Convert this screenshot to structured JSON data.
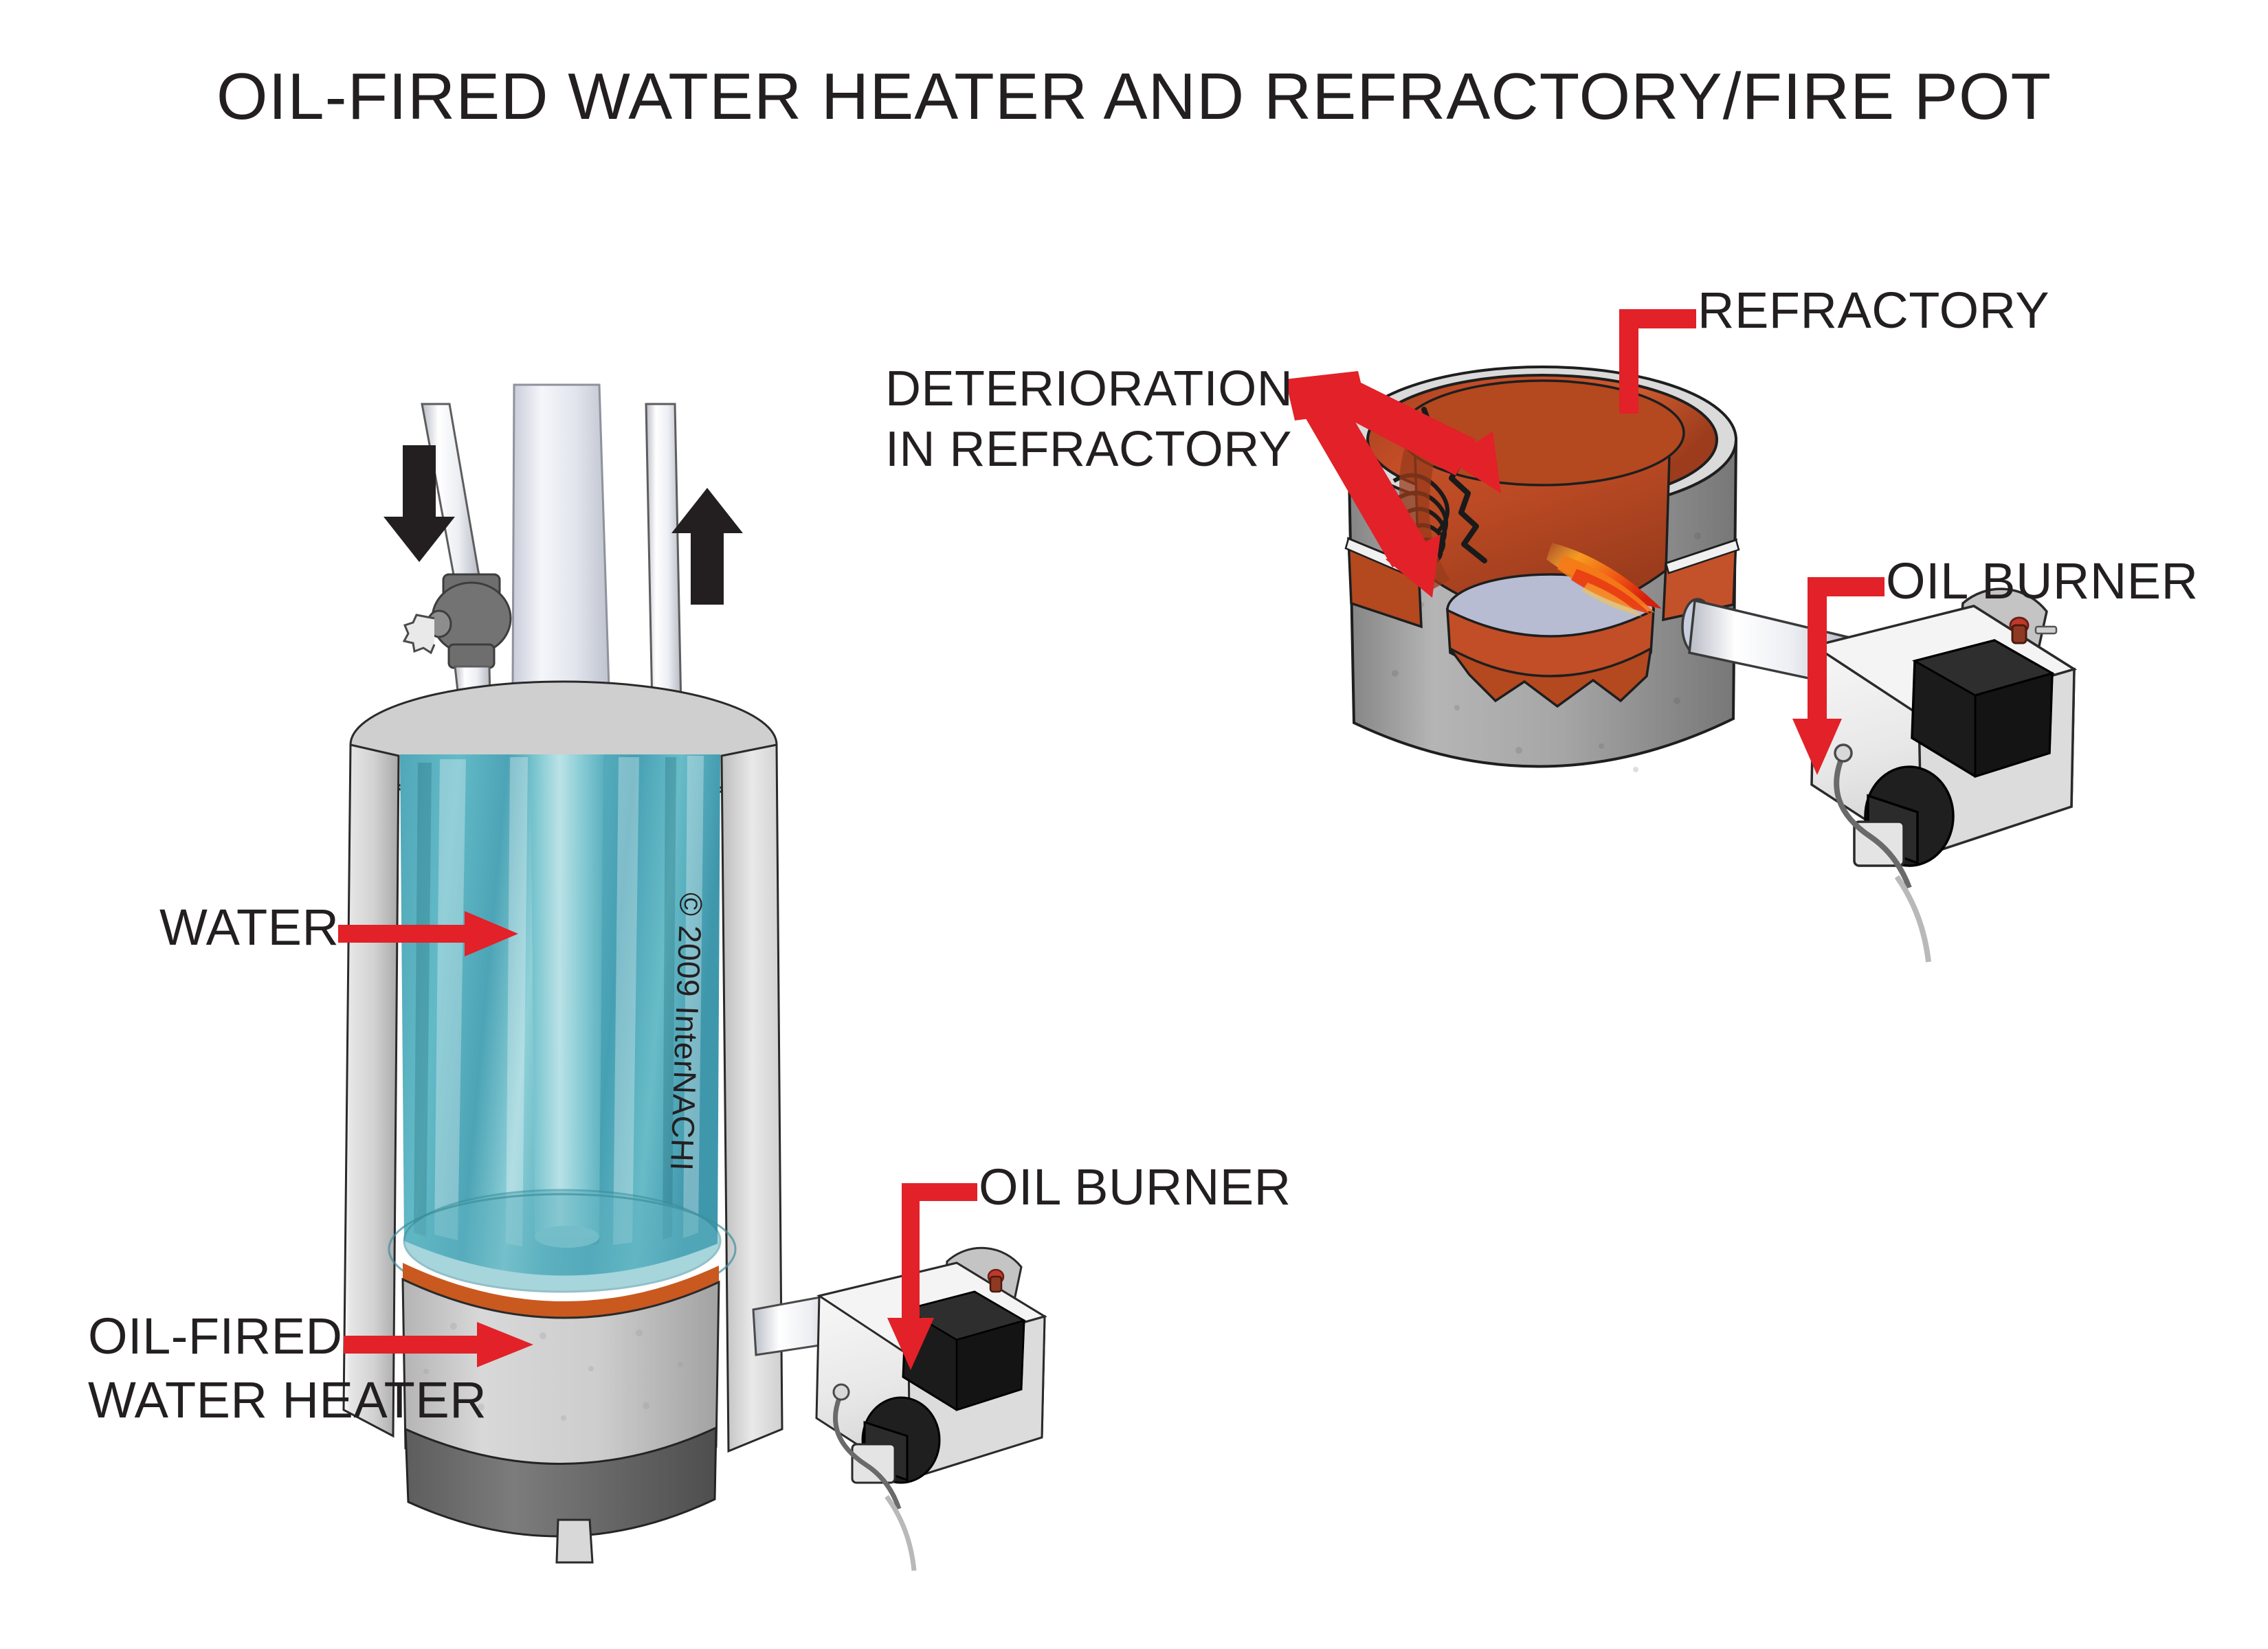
{
  "title": "OIL-FIRED WATER HEATER AND REFRACTORY/FIRE POT",
  "copyright": "© 2009 InterNACHI",
  "labels": {
    "water": "WATER",
    "oil_fired_heater_line1": "OIL-FIRED",
    "oil_fired_heater_line2": "WATER HEATER",
    "oil_burner_left": "OIL BURNER",
    "oil_burner_right": "OIL BURNER",
    "refractory": "REFRACTORY",
    "deterioration_line1": "DETERIORATION",
    "deterioration_line2": "IN REFRACTORY"
  },
  "colors": {
    "leader_red": "#E22128",
    "text_black": "#231f20",
    "water_teal": "#56AEBE",
    "refractory_orange": "#C24D27",
    "refractory_orange_dark": "#A83E1E",
    "shell_gray": "#9a9a9a",
    "tank_jacket": "#c9c9c9",
    "tank_top": "#bfbfbf",
    "insulation_gray": "#c6c6c6",
    "base_gray": "#6f6f6f",
    "burner_body": "#ececec",
    "burner_transformer": "#1b1b1b",
    "burner_reset_red": "#c0392b",
    "pot_floor": "#b7bcd2",
    "flame_orange": "#F07818",
    "flame_red": "#E2331A",
    "pipe_light": "#f2f3f6",
    "valve_gray": "#6e6e6e"
  },
  "flow_arrows": {
    "cold_inlet_direction": "down",
    "hot_outlet_direction": "up"
  },
  "diagram_parts": [
    "cold-water-inlet-pipe",
    "ball-valve",
    "flue-vent-pipe",
    "hot-water-outlet-pipe",
    "tank-jacket",
    "water-body",
    "central-flue-tube",
    "combustion-chamber",
    "tank-base",
    "oil-burner-assembly",
    "refractory-pot-shell",
    "refractory-liner",
    "refractory-crack",
    "refractory-spalling",
    "flame",
    "burner-tube"
  ]
}
